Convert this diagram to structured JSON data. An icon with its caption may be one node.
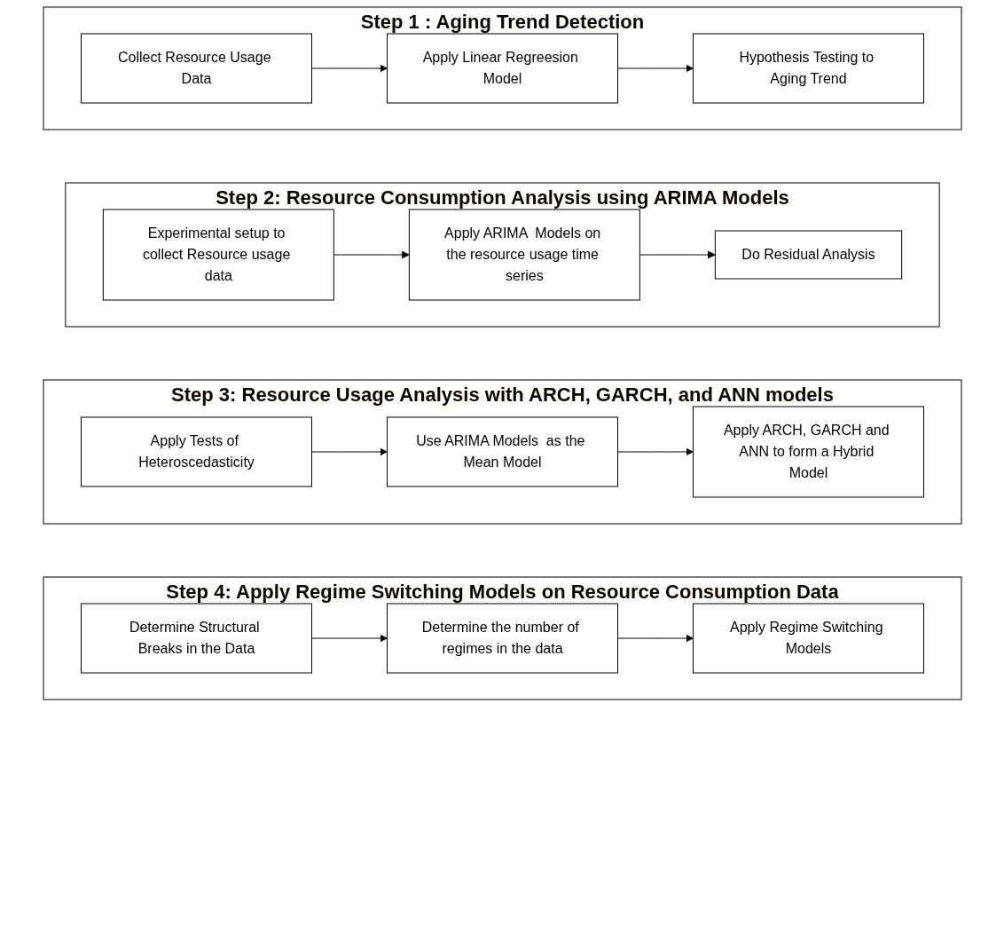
{
  "diagram": {
    "nodes": [
      {
        "text": [
          "Step 1 : Aging Trend Detection"
        ]
      },
      {
        "text": [
          "Collect Resource Usage Data"
        ],
        "in": 0
      },
      {
        "text": [
          "Apply Linear Regreesion Model"
        ],
        "in": 0
      },
      {
        "text": [
          "Hypothesis Testing to Aging Trend"
        ],
        "in": 0
      },
      {
        "text": [
          "Step 2: Resource Consumption Analysis using ARIMA Models"
        ]
      },
      {
        "text": [
          "Experimental setup to collect Resource usage data"
        ],
        "in": 4
      },
      {
        "text": [
          "Apply ARIMA  Models on the resource usage time series"
        ],
        "in": 4
      },
      {
        "text": [
          "Do Residual Analysis"
        ],
        "in": 4
      },
      {
        "text": [
          "Step 3: Resource Usage  Analysis with ARCH, GARCH, and ANN models"
        ]
      },
      {
        "text": [
          "Apply Tests of Heteroscedasticity"
        ],
        "in": 8
      },
      {
        "text": [
          "Use ARIMA Models  as the Mean Model"
        ],
        "in": 8
      },
      {
        "text": [
          "Apply ARCH, GARCH and ANN to form a Hybrid Model"
        ],
        "in": 8
      },
      {
        "text": [
          "Step 4: Apply Regime Switching Models on Resource Consumption Data"
        ]
      },
      {
        "text": [
          "Determine Structural Breaks in the Data"
        ],
        "in": 12
      },
      {
        "text": [
          "Determine the number of regimes in the data"
        ],
        "in": 12
      },
      {
        "text": [
          "Apply Regime Switching Models"
        ],
        "in": 12
      }
    ],
    "edges": [
      {
        "from": 1,
        "to": 2,
        "arrow": "to"
      },
      {
        "from": 2,
        "to": 3,
        "arrow": "to"
      },
      {
        "from": 5,
        "to": 6,
        "arrow": "to"
      },
      {
        "from": 6,
        "to": 7,
        "arrow": "to"
      },
      {
        "from": 9,
        "to": 10,
        "arrow": "to"
      },
      {
        "from": 10,
        "to": 11,
        "arrow": "to"
      },
      {
        "from": 13,
        "to": 14,
        "arrow": "to"
      },
      {
        "from": 14,
        "to": 15,
        "arrow": "to"
      }
    ]
  }
}
